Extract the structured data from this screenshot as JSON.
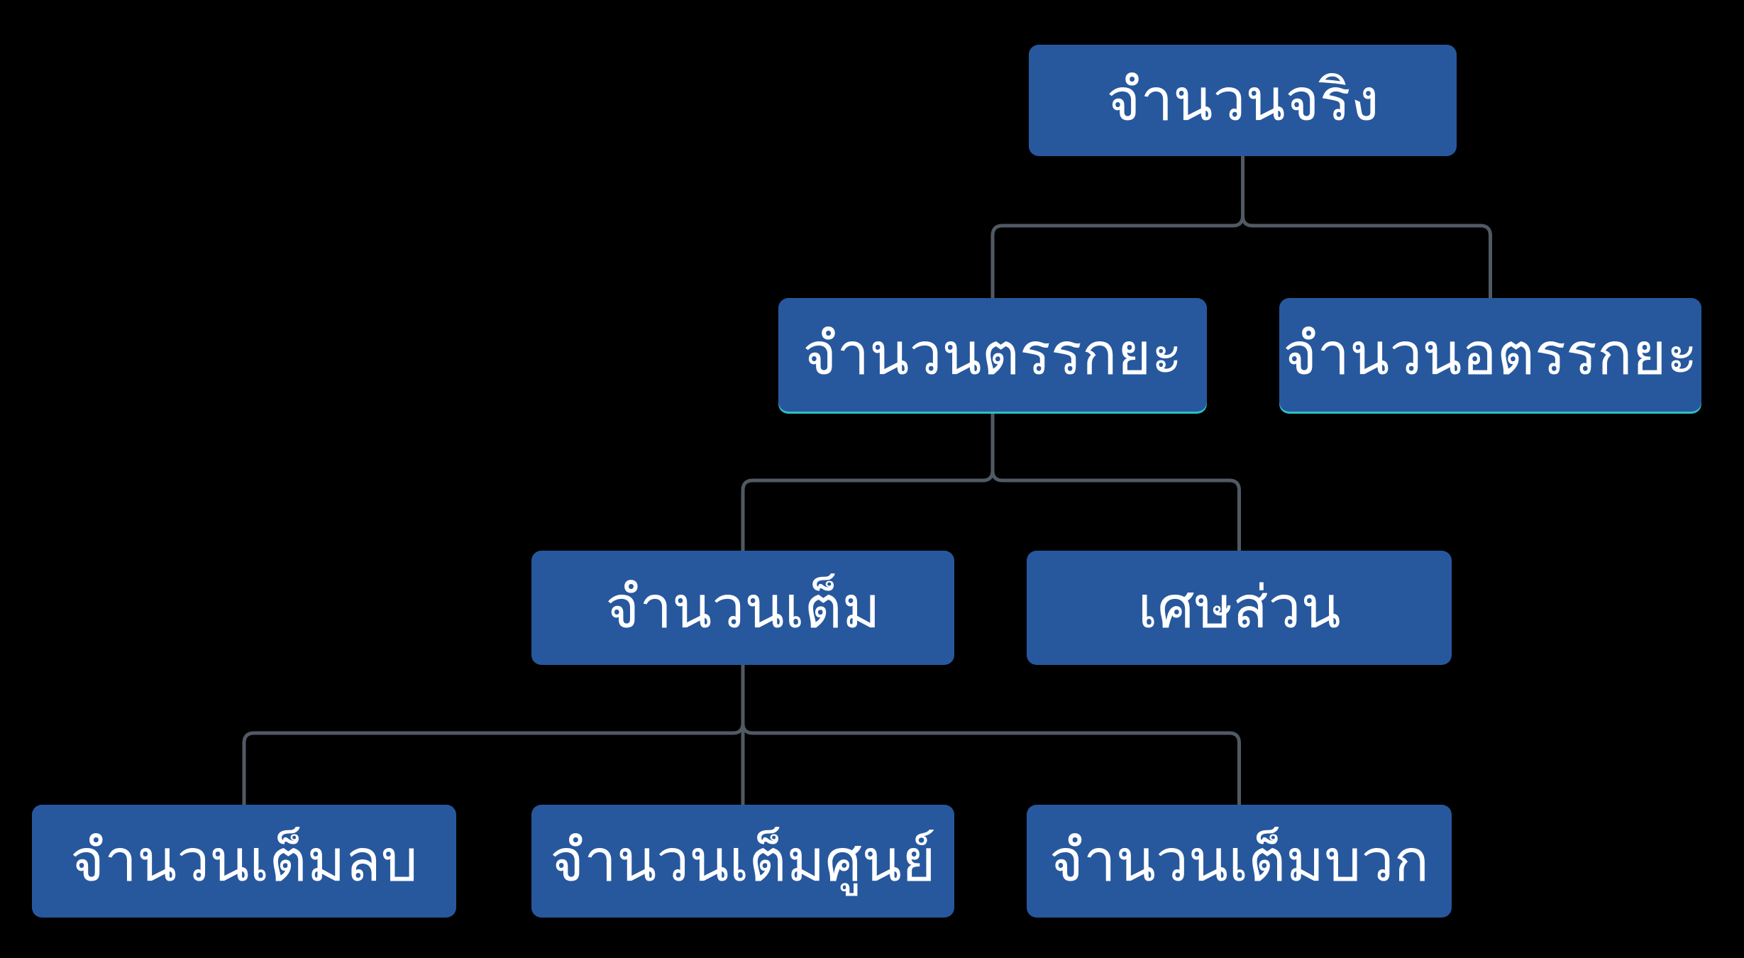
{
  "diagram": {
    "type": "hierarchy-tree",
    "colors": {
      "background": "#000000",
      "node_fill": "#27589D",
      "node_text": "#FFFFFF",
      "connector": "#515A63",
      "level2_accent": "#2FBFC4"
    },
    "nodes": {
      "root": {
        "label": "จำนวนจริง"
      },
      "rational": {
        "label": "จำนวนตรรกยะ"
      },
      "irrational": {
        "label": "จำนวนอตรรกยะ"
      },
      "integer": {
        "label": "จำนวนเต็ม"
      },
      "fraction": {
        "label": "เศษส่วน"
      },
      "negative_integer": {
        "label": "จำนวนเต็มลบ"
      },
      "zero_integer": {
        "label": "จำนวนเต็มศูนย์"
      },
      "positive_integer": {
        "label": "จำนวนเต็มบวก"
      }
    },
    "edges": [
      {
        "from": "root",
        "to": "rational"
      },
      {
        "from": "root",
        "to": "irrational"
      },
      {
        "from": "rational",
        "to": "integer"
      },
      {
        "from": "rational",
        "to": "fraction"
      },
      {
        "from": "integer",
        "to": "negative_integer"
      },
      {
        "from": "integer",
        "to": "zero_integer"
      },
      {
        "from": "integer",
        "to": "positive_integer"
      }
    ]
  }
}
